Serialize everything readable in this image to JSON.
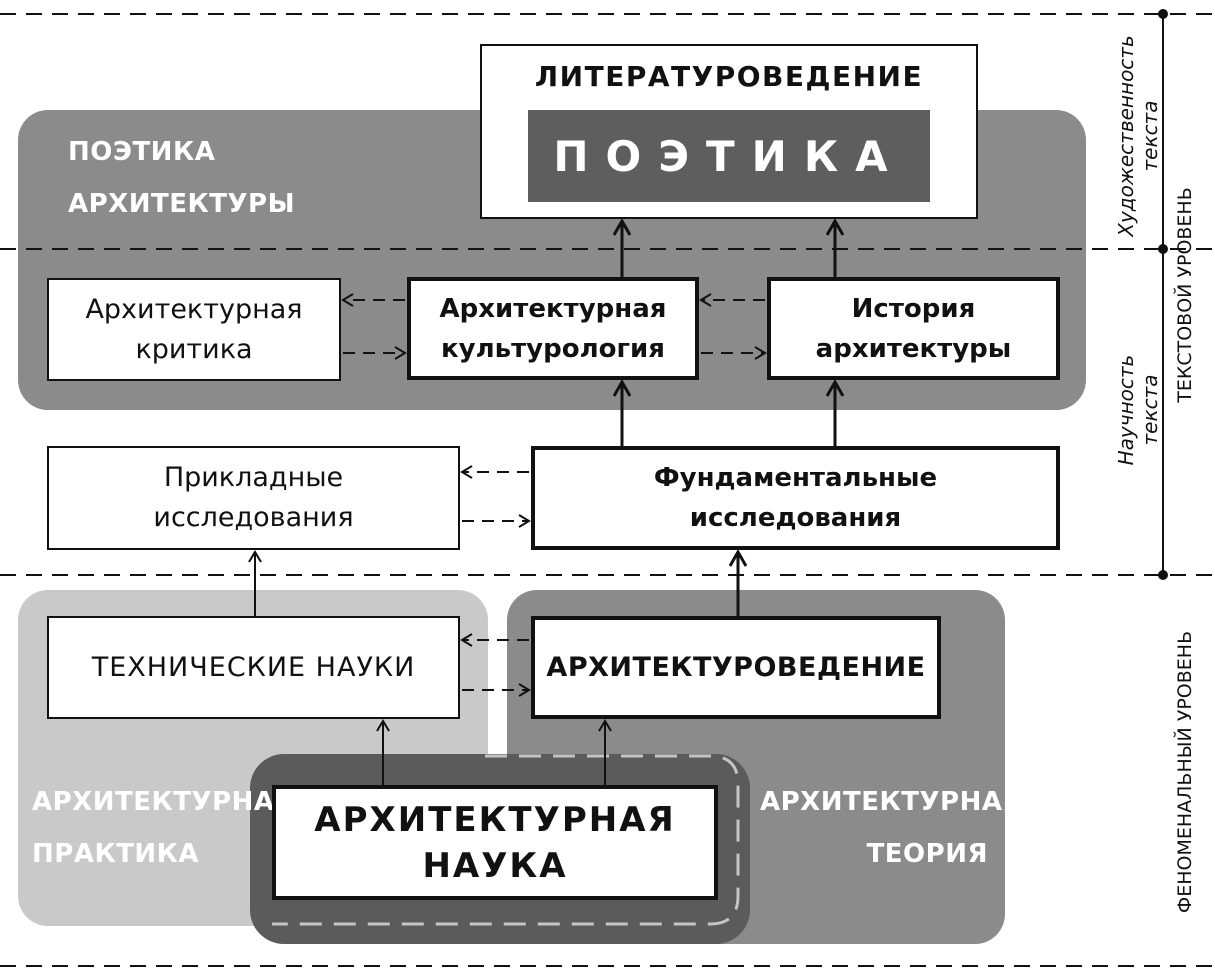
{
  "top_box": {
    "title": "ЛИТЕРАТУРОВЕДЕНИЕ",
    "inner": "ПОЭТИКА"
  },
  "regions": {
    "poetics_architecture": [
      "ПОЭТИКА",
      "АРХИТЕКТУРЫ"
    ],
    "practice": [
      "АРХИТЕКТУРНАЯ",
      "ПРАКТИКА"
    ],
    "theory": [
      "АРХИТЕКТУРНАЯ",
      "ТЕОРИЯ"
    ]
  },
  "nodes": {
    "criticism": [
      "Архитектурная",
      "критика"
    ],
    "culturology": [
      "Архитектурная",
      "культурология"
    ],
    "history": [
      "История",
      "архитектуры"
    ],
    "applied": [
      "Прикладные",
      "исследования"
    ],
    "fundamental": [
      "Фундаментальные",
      "исследования"
    ],
    "technical": "ТЕХНИЧЕСКИЕ НАУКИ",
    "architecturology": "АРХИТЕКТУРОВЕДЕНИЕ",
    "science": [
      "АРХИТЕКТУРНАЯ",
      "НАУКА"
    ]
  },
  "side_labels": {
    "artistic": [
      "Художественность",
      "текста"
    ],
    "scientific": [
      "Научность",
      "текста"
    ],
    "text_level": "ТЕКСТОВОЙ УРОВЕНЬ",
    "phenomenal_level": "ФЕНОМЕНАЛЬНЫЙ УРОВЕНЬ"
  },
  "colors": {
    "light_gray": "#c9c9c9",
    "mid_gray": "#8b8b8b",
    "dark_gray": "#595959",
    "poetics_fill": "#5e5e5e"
  }
}
